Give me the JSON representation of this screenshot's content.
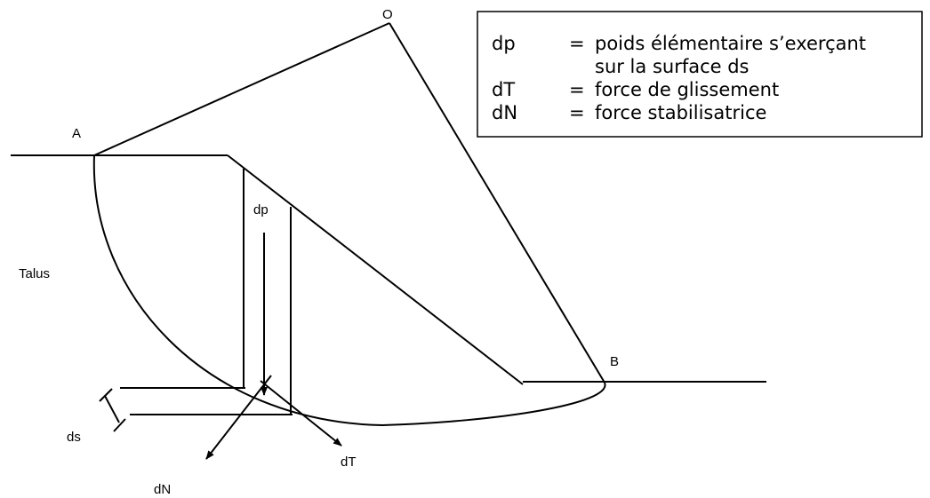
{
  "labels": {
    "O": "O",
    "A": "A",
    "B": "B",
    "talus": "Talus",
    "dp": "dp",
    "ds": "ds",
    "dT": "dT",
    "dN": "dN"
  },
  "legend": {
    "rows": [
      {
        "symbol": "dp",
        "eq": "=",
        "text": "poids élémentaire s’exerçant"
      },
      {
        "symbol": "",
        "eq": "",
        "text": "sur la surface ds"
      },
      {
        "symbol": "dT",
        "eq": "=",
        "text": "force de glissement"
      },
      {
        "symbol": "dN",
        "eq": "=",
        "text": "force stabilisatrice"
      }
    ]
  }
}
